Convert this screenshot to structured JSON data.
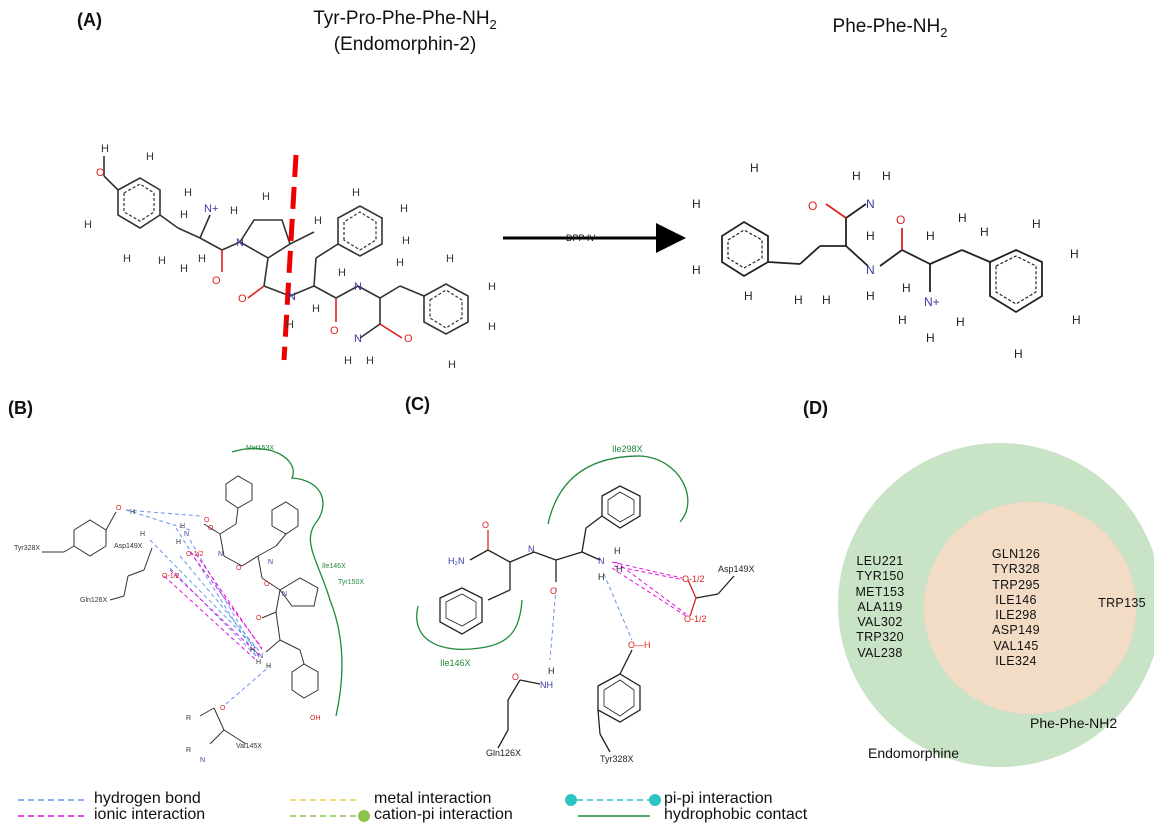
{
  "panels": {
    "a": "(A)",
    "b": "(B)",
    "c": "(C)",
    "d": "(D)"
  },
  "panel_a": {
    "left_title": "Tyr-Pro-Phe-Phe-NH",
    "left_title_sub": "2",
    "left_subtitle": "(Endomorphin-2)",
    "right_title": "Phe-Phe-NH",
    "right_title_sub": "2",
    "arrow_label": "DPP IV",
    "atoms": {
      "H": "H",
      "O": "O",
      "N": "N",
      "Nplus": "N+",
      "NH2_N": "N"
    }
  },
  "panel_b": {
    "residues": {
      "met153": "Met153X",
      "tyr328": "Tyr328X",
      "asp149": "Asp149X",
      "gln126": "Gln126X",
      "ile146": "Ile146X",
      "tyr150": "Tyr150X",
      "val145": "Val145X"
    },
    "atoms": {
      "O": "O",
      "OH": "OH",
      "H": "H",
      "N": "N",
      "R": "R",
      "Ominus": "O-1/2"
    }
  },
  "panel_c": {
    "residues": {
      "ile298": "Ile298X",
      "asp149": "Asp149X",
      "ile146": "Ile146X",
      "gln126": "Gln126X",
      "tyr328": "Tyr328X"
    },
    "atoms": {
      "H2N": "H₂N",
      "O": "O",
      "N": "N",
      "H": "H",
      "NH": "NH",
      "OH": "O—H",
      "Ominus": "O-1/2"
    }
  },
  "venn": {
    "left_set_label": "Endomorphine",
    "right_set_label": "Phe-Phe-NH2",
    "left_only": [
      "LEU221",
      "TYR150",
      "MET153",
      "ALA119",
      "VAL302",
      "TRP320",
      "VAL238"
    ],
    "both": [
      "GLN126",
      "TYR328",
      "TRP295",
      "ILE146",
      "ILE298",
      "ASP149",
      "VAL145",
      "ILE324"
    ],
    "right_only": [
      "TRP135"
    ],
    "colors": {
      "left": "#bfe0bf",
      "right": "#ffb3b3",
      "overlap": "#f2dcc6"
    }
  },
  "legend": {
    "items": [
      {
        "label": "hydrogen bond",
        "color": "#6495ed",
        "style": "dashed"
      },
      {
        "label": "ionic interaction",
        "color": "#e011e0",
        "style": "dashed"
      },
      {
        "label": "metal interaction",
        "color": "#e8d44a",
        "style": "dashed"
      },
      {
        "label": "cation-pi interaction",
        "color": "#8bc34a",
        "style": "dashed-dot"
      },
      {
        "label": "pi-pi interaction",
        "color": "#2ec4c4",
        "style": "dot-dashed-dot"
      },
      {
        "label": "hydrophobic contact",
        "color": "#1f8a3a",
        "style": "solid"
      }
    ]
  }
}
